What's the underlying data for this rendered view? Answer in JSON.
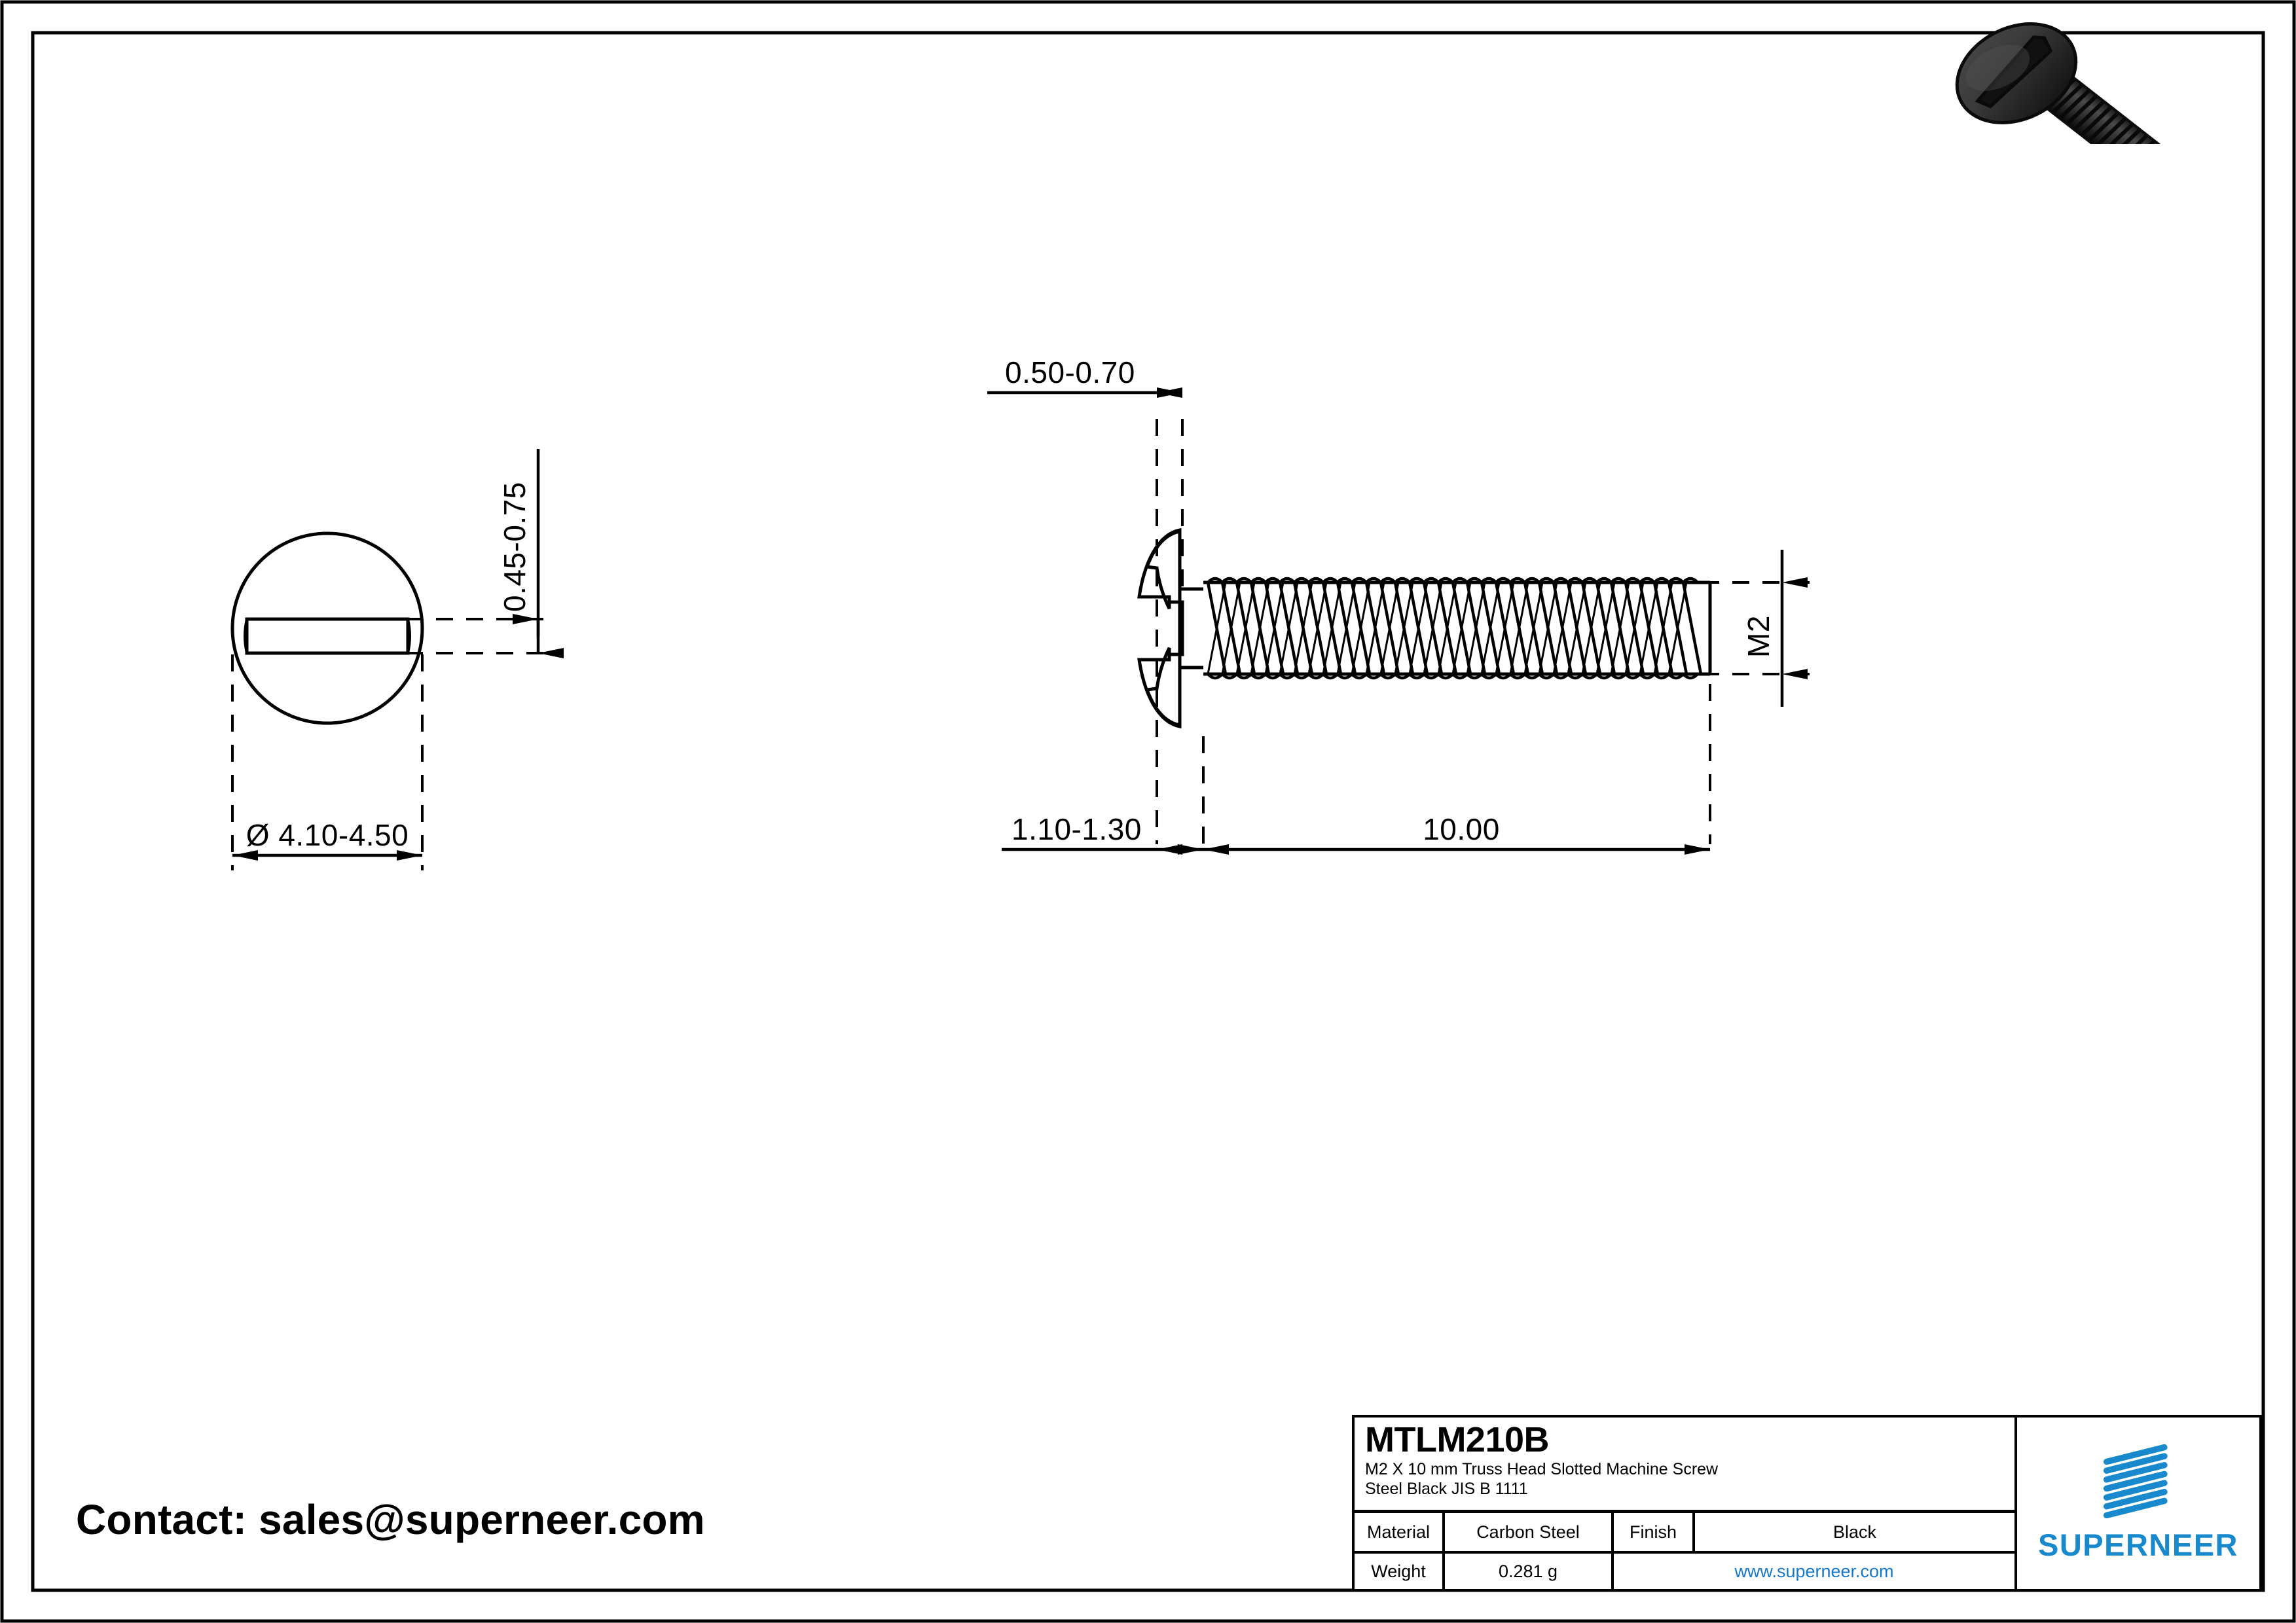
{
  "sheet": {
    "background": "#ffffff",
    "line_color": "#000000",
    "accent_blue": "#1789cc"
  },
  "contact": {
    "text": "Contact: sales@superneer.com"
  },
  "dimensions": {
    "head_height": "0.45-0.75",
    "head_diameter": "Ø 4.10-4.50",
    "slot_width": "0.50-0.70",
    "head_thickness": "1.10-1.30",
    "thread_length": "10.00",
    "thread_size": "M2"
  },
  "title_block": {
    "part_number": "MTLM210B",
    "description_line1": "M2 X 10 mm  Truss Head Slotted Machine Screw",
    "description_line2": "Steel Black JIS B 1111",
    "material_label": "Material",
    "material_value": "Carbon Steel",
    "finish_label": "Finish",
    "finish_value": "Black",
    "weight_label": "Weight",
    "weight_value": "0.281 g",
    "website": "www.superneer.com",
    "logo_word": "SUPERNEER"
  },
  "views": {
    "front_view_name": "head-front-view",
    "side_view_name": "screw-side-view",
    "render_name": "screw-3d-render"
  }
}
